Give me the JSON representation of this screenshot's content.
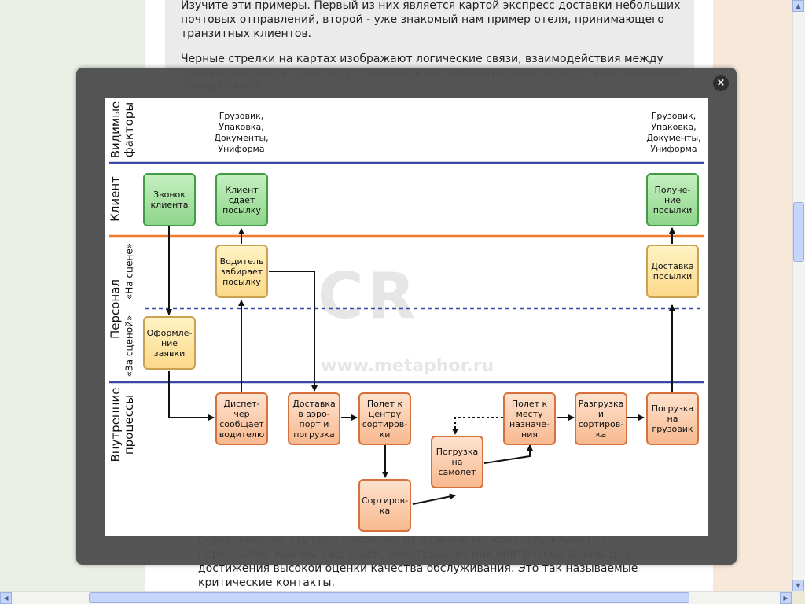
{
  "page": {
    "para1": "Изучите эти примеры. Первый из них является картой экспресс доставки небольших почтовых отправлений, второй - уже знакомый нам пример отеля, принимающего транзитных клиентов.",
    "para2": "Черные стрелки на картах изображают логические связи, взаимодействия между элементами карты. Они могут связывать как элементы одного слоя, так и элементы разных слоев.",
    "para3": "пересекающие эту грань, описывают важнейшие контакты клиента с персоналом. Как мы уже знаем, некоторые из них критически важны для достижения высокой оценки качества обслуживания. Это так называемые критические контакты."
  },
  "lightbox": {
    "close_label": "×"
  },
  "diagram": {
    "lanes": {
      "visible_line1": "Видимые",
      "visible_line2": "факторы",
      "client": "Клиент",
      "staff": "Персонал",
      "on_stage": "«На сцене»",
      "back_stage": "«За сценой»",
      "internal_line1": "Внутренние",
      "internal_line2": "процессы"
    },
    "visible_left": "Грузовик,\nУпаковка,\nДокументы,\nУниформа",
    "visible_right": "Грузовик,\nУпаковка,\nДокументы,\nУниформа",
    "boxes": {
      "call": "Звонок\nклиента",
      "client_gives": "Клиент\nсдает\nпосылку",
      "receive": "Получе-\nние\nпосылки",
      "driver": "Водитель\nзабирает\nпосылку",
      "delivery": "Доставка\nпосылки",
      "order": "Оформле-\nние\nзаявки",
      "dispatcher": "Диспет-\nчер\nсообщает\nводителю",
      "to_airport": "Доставка\nв аэро-\nпорт и\nпогрузка",
      "flight_center": "Полет к\nцентру\nсортиров-\nки",
      "sorting": "Сортиров-\nка",
      "loading_plane": "Погрузка\nна\nсамолет",
      "flight_dest": "Полет к\nместу\nназначе-\nния",
      "unload_sort": "Разгрузка\nи\nсортиров-\nка",
      "load_truck": "Погрузка\nна\nгрузовик"
    },
    "watermark": "www.metaphor.ru",
    "colors": {
      "blue_line": "#3b4aa8",
      "orange_line": "#f07a2e",
      "green_fill": "#8fd58a",
      "yellow_fill": "#fbd98a",
      "orange_fill": "#f8b98f"
    }
  }
}
